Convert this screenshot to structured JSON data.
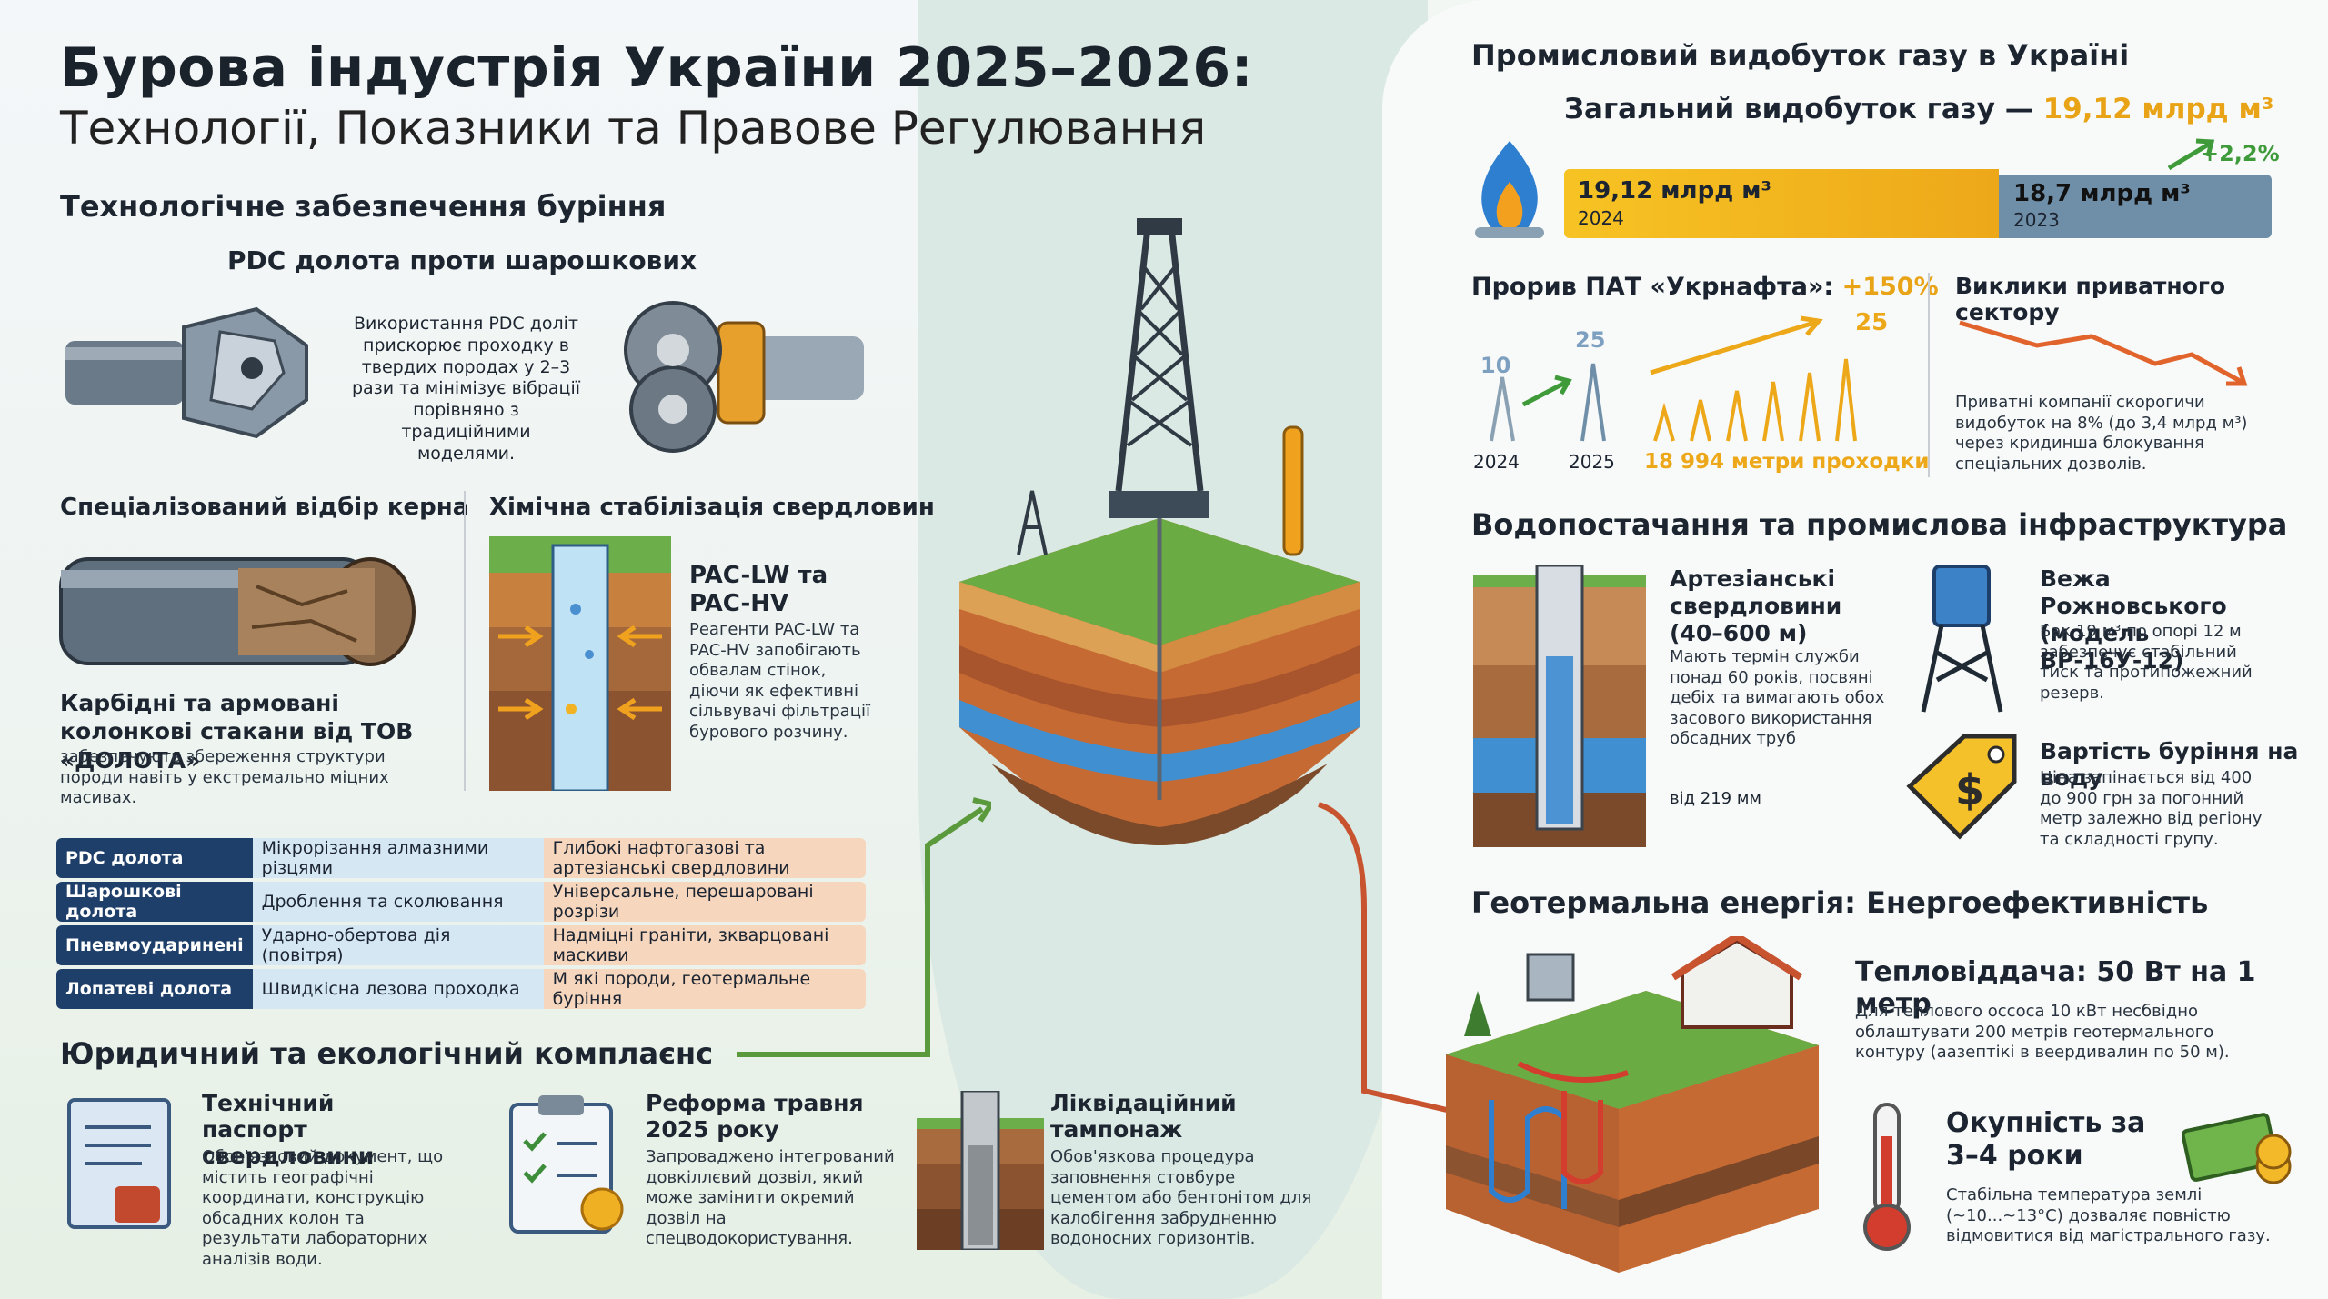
{
  "title": "Бурова індустрія України 2025–2026:",
  "subtitle": "Технології, Показники та Правове Регулювання",
  "tech": {
    "heading": "Технологічне забезпечення буріння",
    "pdc_heading": "PDC долота проти шарошкових",
    "pdc_text": "Використання PDC доліт прискорює проходку в твердих породах у 2–3 рази та мінімізує вібрації порівняно з традиційними моделями.",
    "core_heading": "Спеціалізований відбір керна",
    "core_title": "Карбідні та армовані колонкові стакани від ТОВ «ДОЛОТА»",
    "core_text": "забезпечують збереження структури породи навіть у екстремально міцних масивах.",
    "chem_heading": "Хімічна стабілізація свердловин",
    "chem_title": "PAC-LW та PAC-HV",
    "chem_text": "Реагенти PAC-LW та PAC-HV запобігають обвалам стінок, діючи як ефективні сільвувачі фільтрації бурового розчину."
  },
  "comparison": [
    {
      "type": "PDC долота",
      "method": "Мікрорізання алмазними різцями",
      "use": "Глибокі нафтогазові та артезіанські свердловини"
    },
    {
      "type": "Шарошкові долота",
      "method": "Дроблення та сколювання",
      "use": "Універсальне, перешаровані розрізи"
    },
    {
      "type": "Пневмоударинені",
      "method": "Ударно-обертова дія (повітря)",
      "use": "Надміцні граніти, зкварцовані маскиви"
    },
    {
      "type": "Лопатеві долота",
      "method": "Швидкісна лезова проходка",
      "use": "М які породи, геотермальне буріння"
    }
  ],
  "legal": {
    "heading": "Юридичний та екологічний комплаєнс",
    "items": [
      {
        "title": "Технічний паспорт свердловини",
        "text": "Обов'язковий документ, що містить географічні координати, конструкцію обсадних колон та результати лабораторних аналізів води."
      },
      {
        "title": "Реформа травня 2025 року",
        "text": "Запроваджено інтегрований довкіллєвий дозвіл, який може замінити окремий дозвіл на спецводокористування."
      },
      {
        "title": "Ліквідаційний тампонаж",
        "text": "Обов'язкова процедура заповнення стовбуре цементом або бентонітом для калобігення забрудненню водоносних горизонтів."
      }
    ]
  },
  "gas": {
    "heading": "Промисловий видобуток газу в Україні",
    "total_label": "Загальний видобуток газу —",
    "total_value": "19,12 млрд м³",
    "growth": "+2,2%",
    "bar_2024_value": "19,12 млрд м³",
    "bar_2024_year": "2024",
    "bar_2023_value": "18,7 млрд м³",
    "bar_2023_year": "2023",
    "ukrnafta_label": "Прорив ПАТ «Укрнафта»:",
    "ukrnafta_value": "+150%",
    "rigs_2024": "10",
    "rigs_2025": "25",
    "rigs_top": "25",
    "year_2024": "2024",
    "year_2025": "2025",
    "meters": "18 994 метри проходки",
    "private_heading": "Виклики приватного сектору",
    "private_text": "Приватні компанії скорогичи видобуток на 8% (до 3,4 млрд м³) через кридинша блокування спеціальних дозволів."
  },
  "water": {
    "heading": "Водопостачання та промислова інфраструктура",
    "artesian_title": "Артезіанські свердловини (40–600 м)",
    "artesian_text": "Мають термін служби понад 60 років, посвяні дебіх та вимагають обох засового використання обсадних труб",
    "depth_label": "від 219 мм",
    "tower_title": "Вежа Рожновського (модель ВР-16У-12)",
    "tower_text": "Бак 19 м³ по опорі 12 м забезпечує стабільний тиск та протипожежний резерв.",
    "cost_title": "Вартість буріння на воду",
    "cost_text": "Ціна запінається від 400 до 900 грн за погонний метр залежно від регіону та складності групу."
  },
  "geo": {
    "heading": "Геотермальна енергія: Енергоефективність",
    "heat_title": "Тепловіддача: 50 Вт на 1 метр",
    "heat_text": "Для теплового оссоса 10 кВт несбвідно облаштувати 200 метрів геотермального контуру (аазептікі в веердивалин по 50 м).",
    "payback_title": "Окупність за 3–4 роки",
    "payback_text": "Стабільна температура землі (~10...~13°C) дозваляє повністю відмовитися від магістрального газу."
  },
  "colors": {
    "navy": "#1f3f6b",
    "gold": "#eda81a",
    "green": "#5a9a3c",
    "red": "#c8532f",
    "blue": "#3c7fc4"
  }
}
